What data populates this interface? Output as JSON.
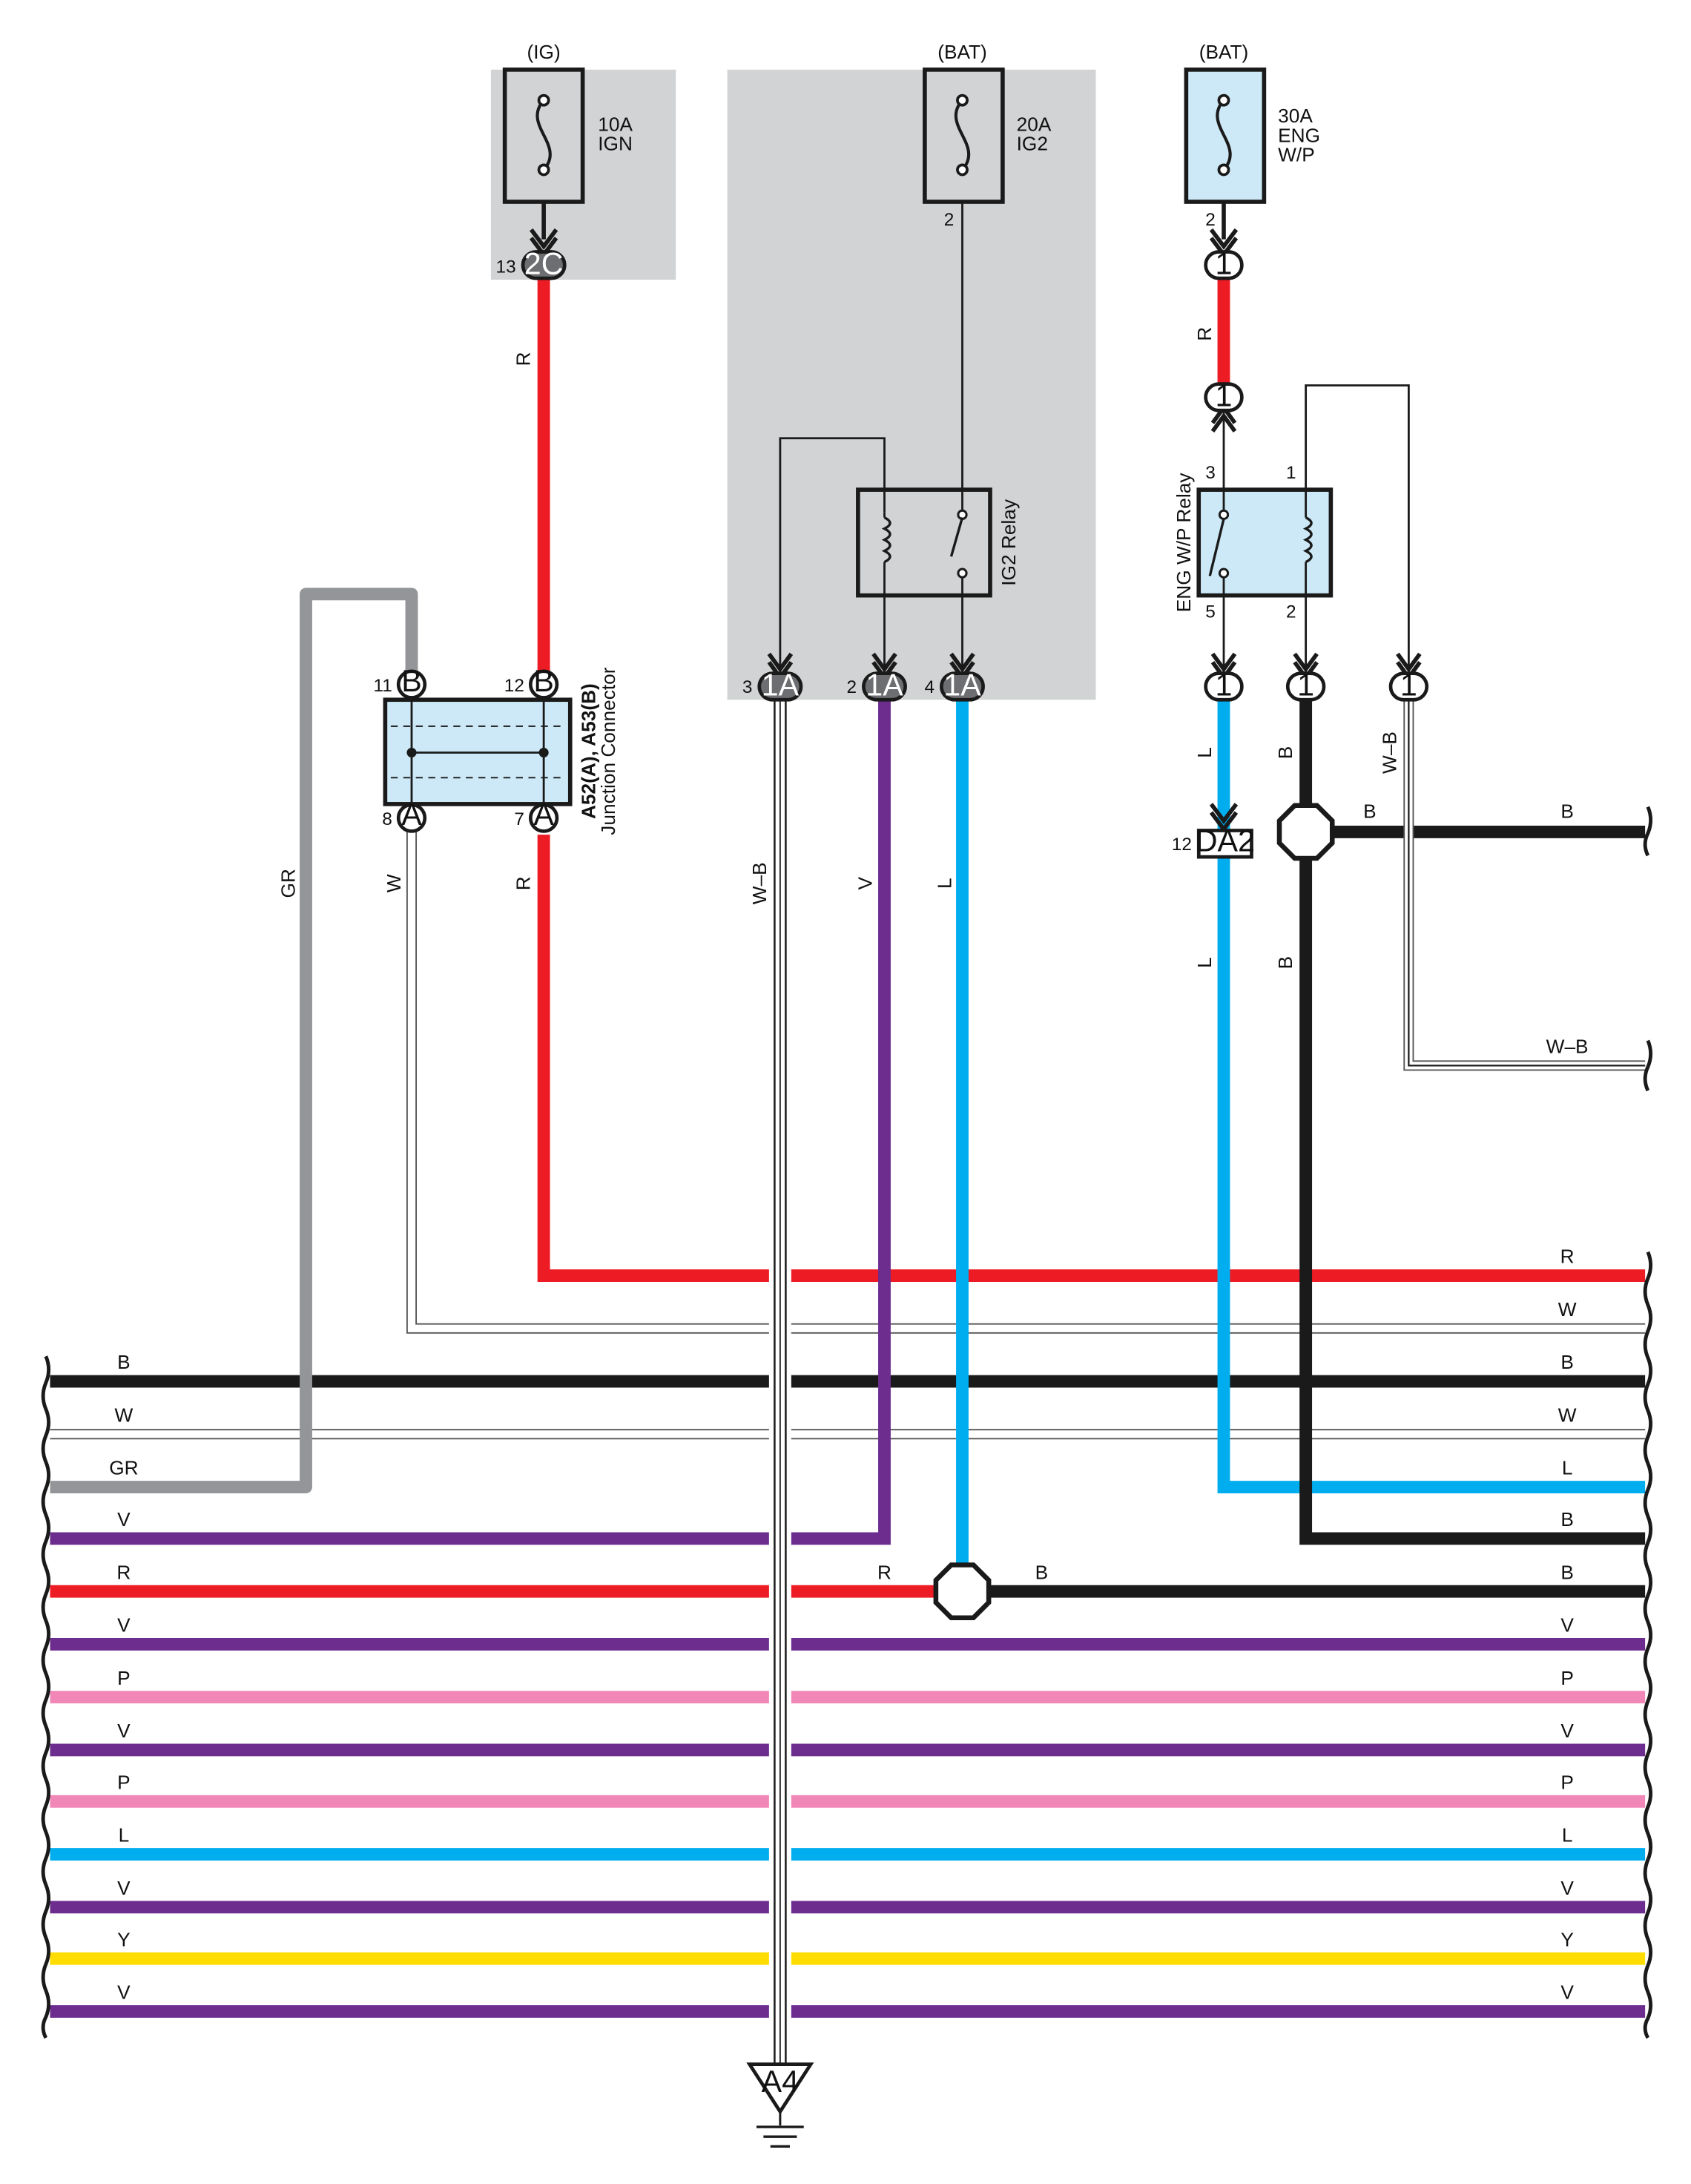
{
  "colors": {
    "R": "#ed1c24",
    "B": "#1a1a1a",
    "W": "#ffffff",
    "GR": "#939598",
    "V": "#6d2d8f",
    "L": "#00aeef",
    "P": "#f087b7",
    "Y": "#ffdd00",
    "W-B": "#ffffff",
    "box_fill": "#d1d3d4",
    "part_fill": "#cde9f7"
  },
  "fuses": {
    "ign": {
      "source": "(IG)",
      "rating": "10A",
      "name": "IGN",
      "pin": "13",
      "connector": "2C"
    },
    "ig2": {
      "source": "(BAT)",
      "rating": "20A",
      "name": "IG2",
      "pin": "2"
    },
    "engwp": {
      "source": "(BAT)",
      "rating": "30A",
      "name_l1": "ENG",
      "name_l2": "W/P",
      "pin": "2",
      "connector": "1"
    }
  },
  "ig2_relay": {
    "name": "IG2 Relay",
    "outputs": [
      {
        "pin": "3",
        "connector": "1A",
        "wire": "W–B"
      },
      {
        "pin": "2",
        "connector": "1A",
        "wire": "V"
      },
      {
        "pin": "4",
        "connector": "1A",
        "wire": "L"
      }
    ]
  },
  "engwp_relay": {
    "name": "ENG W/P Relay",
    "pins": {
      "p3": "3",
      "p1": "1",
      "p5": "5",
      "p2": "2"
    },
    "connectors": {
      "top": "1",
      "out5": "1",
      "out2": "1",
      "out_wb": "1"
    }
  },
  "junction": {
    "title": "A52(A), A53(B)",
    "subtitle": "Junction Connector",
    "pins": {
      "p11": "11",
      "p12": "12",
      "p8": "8",
      "p7": "7",
      "c11": "B",
      "c12": "B",
      "c8": "A",
      "c7": "A"
    }
  },
  "da2": {
    "pin": "12",
    "connector": "DA2"
  },
  "ground": {
    "label": "A4"
  },
  "wire_labels": {
    "ign_r": "R",
    "ign_r2": "R",
    "gr": "GR",
    "w": "W",
    "wb": "W–B",
    "v": "V",
    "l": "L",
    "engwp_r": "R",
    "engwp_l": "L",
    "engwp_l2": "L",
    "engwp_b": "B",
    "engwp_b2": "B",
    "engwp_wb": "W–B",
    "splice_b": "B",
    "right_b": "B",
    "right_wb": "W–B",
    "splice2_r": "R",
    "splice2_b": "B"
  },
  "left_bus": [
    "B",
    "W",
    "GR",
    "V",
    "R",
    "V",
    "P",
    "V",
    "P",
    "L",
    "V",
    "Y",
    "V"
  ],
  "right_bus": [
    "R",
    "W",
    "B",
    "W",
    "L",
    "B",
    "B",
    "V",
    "P",
    "V",
    "P",
    "L",
    "V",
    "Y",
    "V"
  ]
}
